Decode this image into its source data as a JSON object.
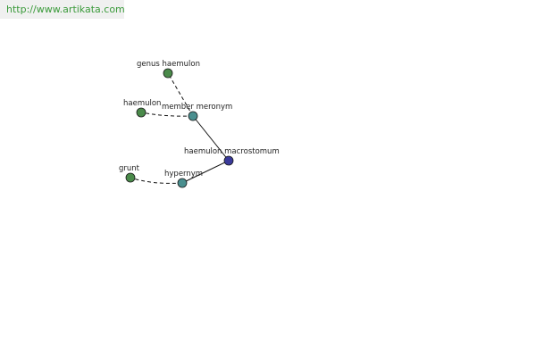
{
  "header": {
    "url": "http://www.artikata.com"
  },
  "colors": {
    "root_node": "#3a3a9a",
    "relation_node": "#4a8f8f",
    "leaf_node": "#4a8a4a",
    "edge": "#111111",
    "url_text": "#3a9a3a"
  },
  "graph": {
    "nodes": [
      {
        "id": "root",
        "label": "haemulon macrostomum",
        "kind": "root"
      },
      {
        "id": "member-meronym",
        "label": "member meronym",
        "kind": "relation"
      },
      {
        "id": "hypernym",
        "label": "hypernym",
        "kind": "relation"
      },
      {
        "id": "genus-haemulon",
        "label": "genus haemulon",
        "kind": "leaf"
      },
      {
        "id": "haemulon",
        "label": "haemulon",
        "kind": "leaf"
      },
      {
        "id": "grunt",
        "label": "grunt",
        "kind": "leaf"
      }
    ],
    "edges": [
      {
        "from": "root",
        "to": "member-meronym",
        "style": "solid"
      },
      {
        "from": "root",
        "to": "hypernym",
        "style": "solid"
      },
      {
        "from": "member-meronym",
        "to": "genus-haemulon",
        "style": "dashed"
      },
      {
        "from": "member-meronym",
        "to": "haemulon",
        "style": "dashed"
      },
      {
        "from": "hypernym",
        "to": "grunt",
        "style": "dashed"
      }
    ]
  }
}
